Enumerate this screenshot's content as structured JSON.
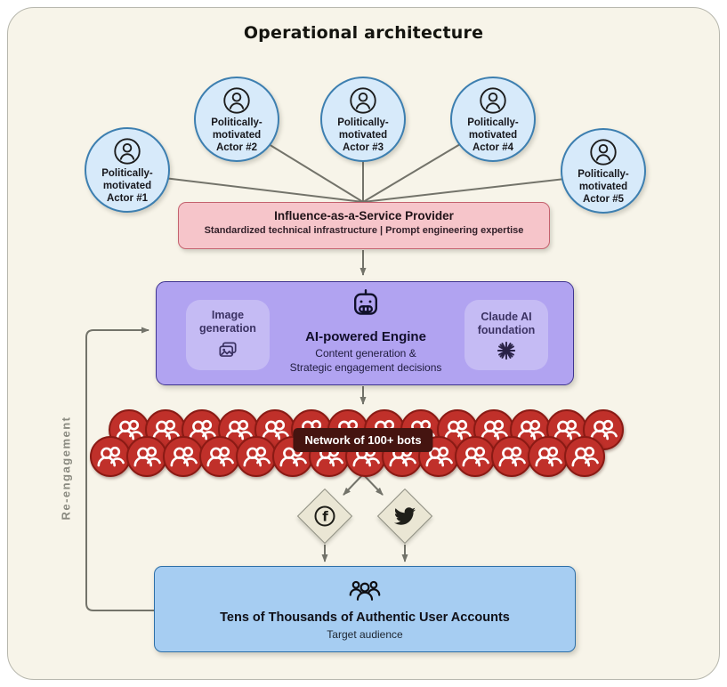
{
  "title": "Operational architecture",
  "colors": {
    "canvas_bg": "#f7f4e9",
    "actor_fill": "#d7eafa",
    "actor_border": "#3d7fb0",
    "provider_fill": "#f6c5ca",
    "provider_border": "#c4626e",
    "engine_fill": "#b1a3f1",
    "engine_border": "#3f3490",
    "module_fill": "#c5bbf4",
    "bot_fill": "#c0302a",
    "bot_border": "#8a1a14",
    "badge_bg": "#451410",
    "platform_fill": "#eae6d4",
    "audience_fill": "#a6cdf2",
    "audience_border": "#2d6fa8",
    "connector": "#73736a"
  },
  "actors": [
    {
      "label": "Politically-motivated Actor #1",
      "icon": "person-icon"
    },
    {
      "label": "Politically-motivated Actor #2",
      "icon": "person-icon"
    },
    {
      "label": "Politically-motivated Actor #3",
      "icon": "person-icon"
    },
    {
      "label": "Politically-motivated Actor #4",
      "icon": "person-icon"
    },
    {
      "label": "Politically-motivated Actor #5",
      "icon": "person-icon"
    }
  ],
  "provider": {
    "title": "Influence-as-a-Service Provider",
    "subtitle": "Standardized technical infrastructure  |  Prompt engineering expertise"
  },
  "engine": {
    "icon": "robot-icon",
    "title": "AI-powered Engine",
    "subtitle_line1": "Content generation &",
    "subtitle_line2": "Strategic engagement decisions",
    "modules": [
      {
        "label": "Image generation",
        "icon": "image-icon"
      },
      {
        "label": "Claude AI foundation",
        "icon": "claude-starburst-icon"
      }
    ]
  },
  "network": {
    "badge_label": "Network of 100+ bots",
    "rows": [
      14,
      14
    ],
    "icon": "bot-accounts-icon"
  },
  "platforms": [
    {
      "name": "Facebook",
      "icon": "facebook-icon"
    },
    {
      "name": "Twitter",
      "icon": "twitter-icon"
    }
  ],
  "audience": {
    "icon": "audience-group-icon",
    "title": "Tens of Thousands of Authentic User Accounts",
    "subtitle": "Target audience"
  },
  "feedback_loop": {
    "label": "Re-engagement"
  }
}
